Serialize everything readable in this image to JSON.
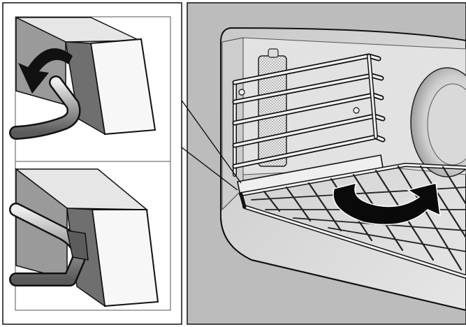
{
  "figure": {
    "kind": "oven-shelf-insertion-illustration",
    "panels": [
      {
        "id": "detail-top",
        "icon": "rotate-arrow-icon"
      },
      {
        "id": "detail-bottom",
        "icon": "hook-engaged"
      },
      {
        "id": "oven-interior",
        "icon": "insert-arrow-icon"
      }
    ],
    "colors": {
      "stroke": "#111111",
      "light_gray": "#e9e9e9",
      "mid_gray": "#bdbdbd",
      "dark_gray": "#7d7d7d",
      "oven_wall": "#d8d8d8"
    }
  }
}
